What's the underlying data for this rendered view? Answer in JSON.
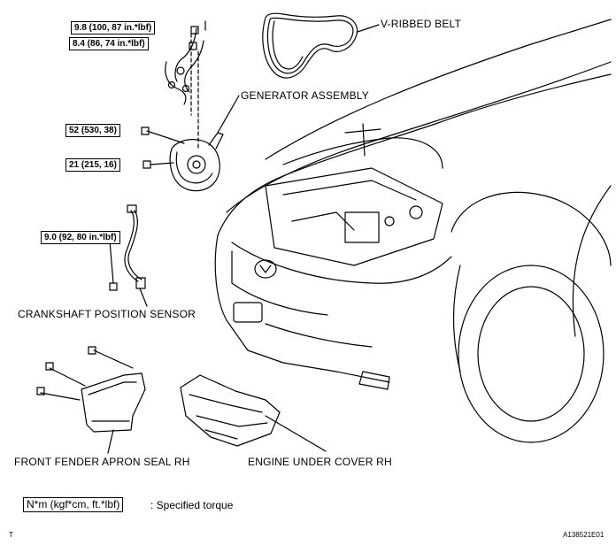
{
  "labels": {
    "v_ribbed_belt": "V-RIBBED BELT",
    "generator_assembly": "GENERATOR ASSEMBLY",
    "crankshaft_position_sensor": "CRANKSHAFT POSITION SENSOR",
    "front_fender_apron_seal": "FRONT FENDER APRON SEAL RH",
    "engine_under_cover": "ENGINE UNDER COVER RH"
  },
  "torques": {
    "t1": "9.8 (100, 87 in.*lbf)",
    "t2": "8.4 (86, 74 in.*lbf)",
    "t3": "52 (530, 38)",
    "t4": "21 (215, 16)",
    "t5": "9.0 (92, 80 in.*lbf)"
  },
  "legend": {
    "unit": "N*m (kgf*cm, ft.*lbf)",
    "description": ": Specified torque"
  },
  "footer": {
    "left_mark": "T",
    "figure_code": "A138521E01"
  }
}
